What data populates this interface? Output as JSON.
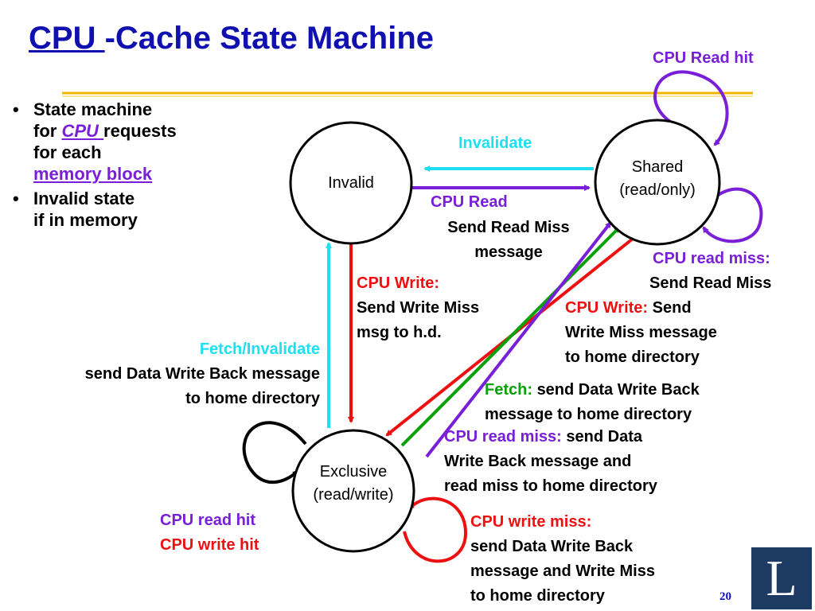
{
  "title": {
    "cpu": "CPU ",
    "rest": "-Cache State Machine"
  },
  "bullets": [
    {
      "parts": [
        "State machine",
        "for ",
        "CPU ",
        " requests",
        "for each",
        "memory block"
      ]
    },
    {
      "parts": [
        "Invalid state",
        "if in memory"
      ]
    }
  ],
  "states": {
    "invalid": [
      "Invalid"
    ],
    "shared": [
      "Shared",
      "(read/only)"
    ],
    "exclusive": [
      "Exclusive",
      "(read/write)"
    ]
  },
  "transitions": {
    "cpu_read_hit_shared": "CPU Read hit",
    "invalidate": "Invalidate",
    "cpu_read": {
      "event": "CPU Read",
      "action": [
        "Send Read Miss",
        "message"
      ]
    },
    "shared_read_miss": {
      "event": "CPU read miss:",
      "action": "Send Read Miss"
    },
    "invalid_cpu_write": {
      "event": "CPU Write:",
      "action": [
        "Send Write Miss",
        "msg to h.d."
      ]
    },
    "shared_cpu_write": {
      "event": "CPU Write:",
      "action": [
        "Send",
        "Write Miss message",
        "to home directory"
      ]
    },
    "fetch_invalidate": {
      "event": "Fetch/Invalidate",
      "action": [
        "send Data Write Back message",
        "to home directory"
      ]
    },
    "fetch": {
      "event": "Fetch:",
      "action": [
        "send Data Write Back",
        "message to home directory"
      ]
    },
    "excl_read_miss": {
      "event": "CPU read miss:",
      "action": [
        "send Data",
        "Write Back message and",
        "read miss to home directory"
      ]
    },
    "excl_hits": [
      "CPU read hit",
      "CPU write hit"
    ],
    "excl_write_miss": {
      "event": "CPU write miss:",
      "action": [
        "send Data Write Back",
        "message and Write Miss",
        "to home directory"
      ]
    }
  },
  "colors": {
    "title": "#1010b0",
    "cyan": "#1ee0f0",
    "purple": "#7a1fd8",
    "red": "#ee1010",
    "green": "#0aa00a",
    "rule": "#f0b400",
    "logo": "#1d3a63"
  },
  "logo": {
    "letter": "L"
  },
  "page_number": "20"
}
